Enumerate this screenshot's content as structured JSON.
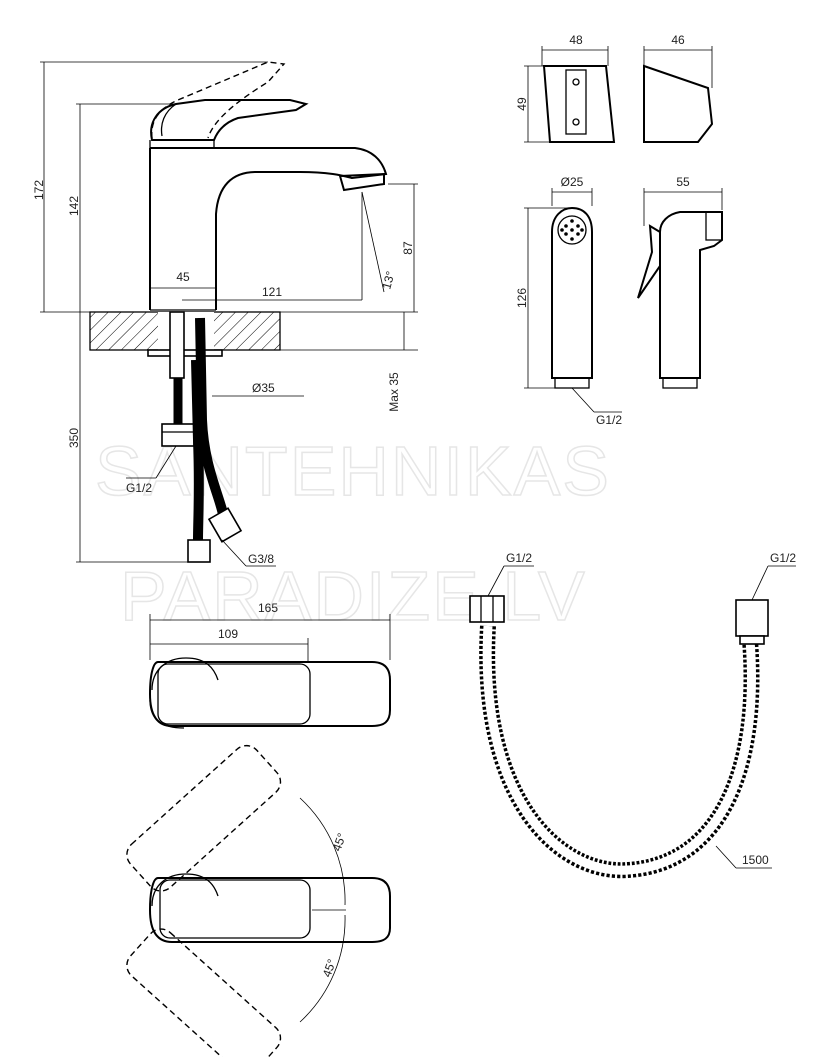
{
  "watermark": {
    "line1": "SANTEHNIKAS",
    "line2": "PARADIZE.LV"
  },
  "faucet_side": {
    "height_total": "172",
    "height_body": "142",
    "spout_height": "87",
    "spout_angle": "13°",
    "base_width": "45",
    "spout_reach": "121",
    "deck_thickness_max": "Max 35",
    "hole_diameter": "Ø35",
    "hose_length": "350",
    "inlet_thread": "G1/2",
    "outlet_thread": "G3/8"
  },
  "faucet_top": {
    "length_total": "165",
    "body_length": "109"
  },
  "handle_rotation": {
    "angle_up": "45°",
    "angle_down": "45°"
  },
  "holder": {
    "width": "48",
    "depth": "46",
    "height": "49"
  },
  "sprayer": {
    "diameter": "Ø25",
    "length": "126",
    "width": "55",
    "thread": "G1/2"
  },
  "hose": {
    "thread_left": "G1/2",
    "thread_right": "G1/2",
    "length": "1500"
  }
}
